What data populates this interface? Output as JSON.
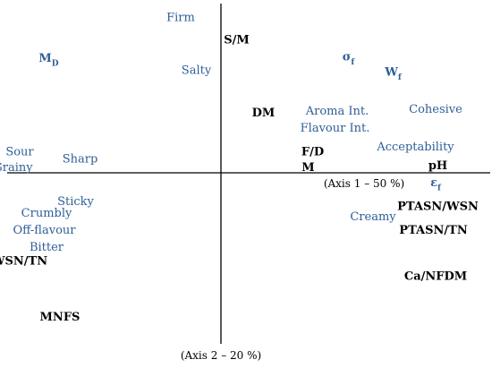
{
  "chart_data": {
    "type": "scatter",
    "title": "",
    "xlabel": "(Axis 1 – 50 %)",
    "ylabel": "(Axis 2 – 20 %)",
    "colors": {
      "sensory": "#2e5e97",
      "variable": "#000000"
    },
    "points": [
      {
        "label": "Firm",
        "group": "sensory",
        "x": -0.18,
        "y": 0.91
      },
      {
        "label": "S/M",
        "group": "variable",
        "x": 0.07,
        "y": 0.78
      },
      {
        "label": "M",
        "sub": "D",
        "group": "sensory",
        "bold": true,
        "x": -0.77,
        "y": 0.67
      },
      {
        "label": "Salty",
        "group": "sensory",
        "x": -0.11,
        "y": 0.6
      },
      {
        "label": "σ",
        "sub": "f",
        "group": "sensory",
        "bold": true,
        "x": 0.57,
        "y": 0.68
      },
      {
        "label": "W",
        "sub": "f",
        "group": "sensory",
        "bold": true,
        "x": 0.77,
        "y": 0.59
      },
      {
        "label": "Cohesive",
        "group": "sensory",
        "x": 0.96,
        "y": 0.37
      },
      {
        "label": "DM",
        "group": "variable",
        "x": 0.19,
        "y": 0.35
      },
      {
        "label": "Aroma Int.",
        "group": "sensory",
        "x": 0.52,
        "y": 0.36
      },
      {
        "label": "Flavour Int.",
        "group": "sensory",
        "x": 0.51,
        "y": 0.26
      },
      {
        "label": "Acceptability",
        "group": "sensory",
        "x": 0.87,
        "y": 0.15
      },
      {
        "label": "F/D",
        "group": "variable",
        "x": 0.41,
        "y": 0.12
      },
      {
        "label": "M",
        "group": "variable",
        "x": 0.39,
        "y": 0.03
      },
      {
        "label": "pH",
        "group": "variable",
        "x": 0.97,
        "y": 0.04
      },
      {
        "label": "ε",
        "sub": "f",
        "group": "sensory",
        "bold": true,
        "x": 0.96,
        "y": -0.06
      },
      {
        "label": "Sour",
        "group": "sensory",
        "x": -0.9,
        "y": 0.12
      },
      {
        "label": "Sharp",
        "group": "sensory",
        "x": -0.63,
        "y": 0.08
      },
      {
        "label": "Grainy",
        "group": "sensory",
        "x": -0.93,
        "y": 0.03
      },
      {
        "label": "Sticky",
        "group": "sensory",
        "x": -0.65,
        "y": -0.17
      },
      {
        "label": "PTASN/WSN",
        "group": "variable",
        "x": 0.97,
        "y": -0.2
      },
      {
        "label": "Crumbly",
        "group": "sensory",
        "x": -0.78,
        "y": -0.24
      },
      {
        "label": "Creamy",
        "group": "sensory",
        "x": 0.68,
        "y": -0.26
      },
      {
        "label": "Off-flavour",
        "group": "sensory",
        "x": -0.79,
        "y": -0.34
      },
      {
        "label": "PTASN/TN",
        "group": "variable",
        "x": 0.95,
        "y": -0.34
      },
      {
        "label": "Bitter",
        "group": "sensory",
        "x": -0.78,
        "y": -0.44
      },
      {
        "label": "WSN/TN",
        "group": "variable",
        "x": -0.9,
        "y": -0.52
      },
      {
        "label": "Ca/NFDM",
        "group": "variable",
        "x": 0.96,
        "y": -0.61
      },
      {
        "label": "MNFS",
        "group": "variable",
        "x": -0.72,
        "y": -0.85
      }
    ]
  }
}
